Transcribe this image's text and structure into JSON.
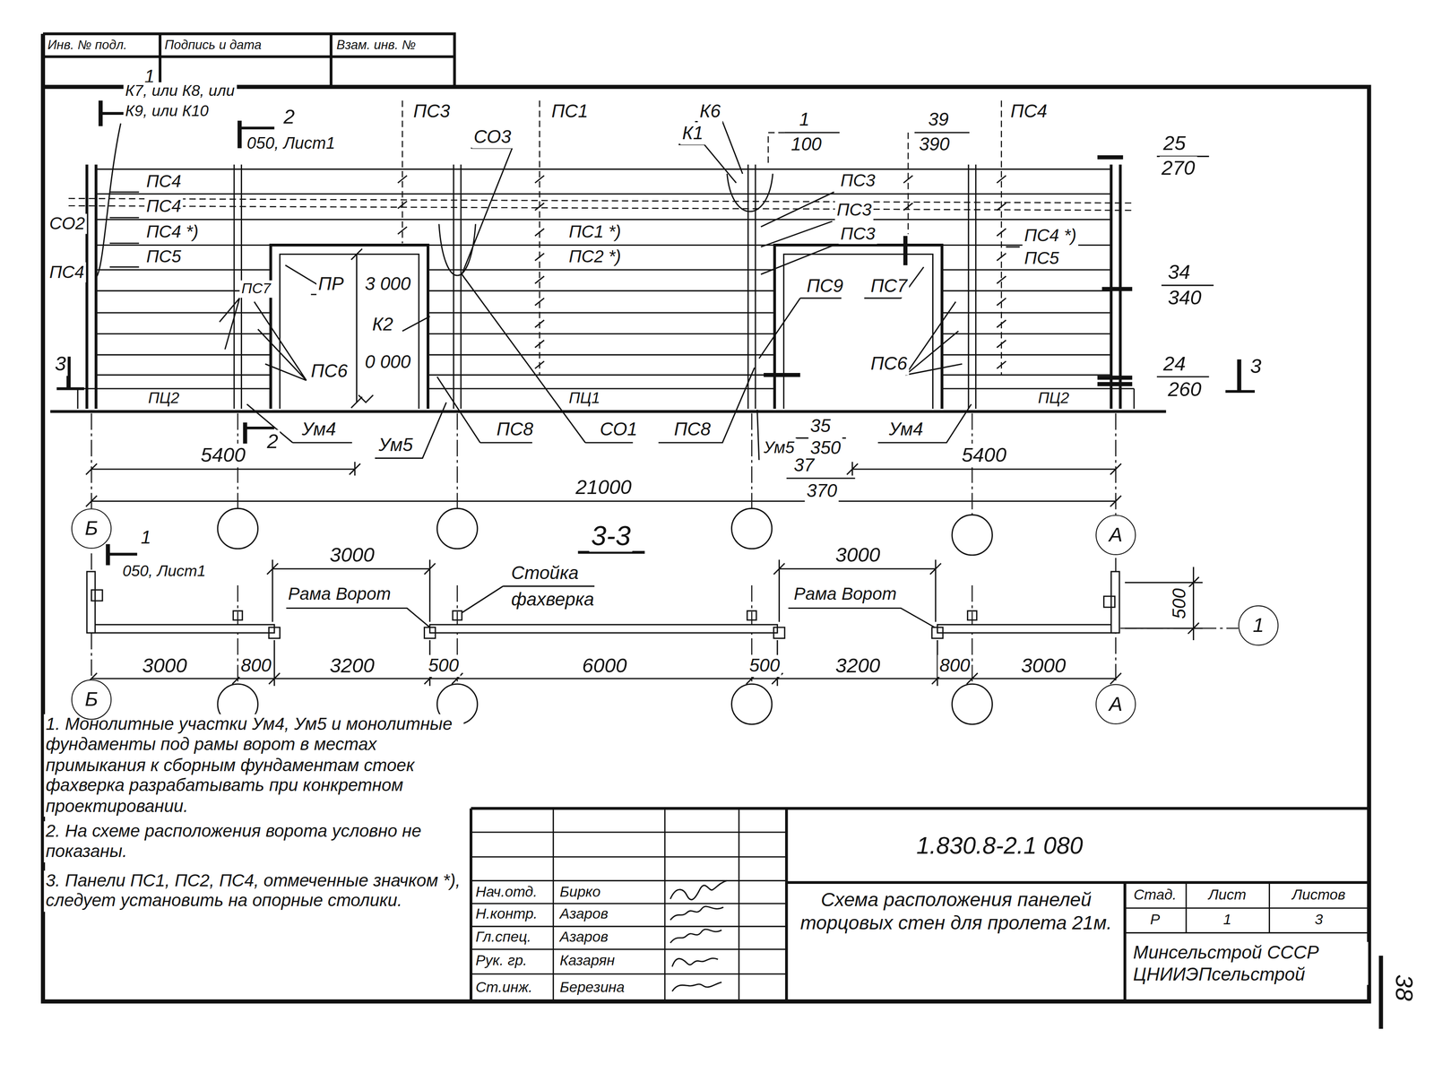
{
  "diagram": {
    "nodes": [
      {
        "text": [
          "Б"
        ]
      },
      {
        "text": [
          "А"
        ]
      },
      {
        "text": [
          "Б"
        ]
      },
      {
        "text": [
          "А"
        ]
      },
      {
        "text": [
          "1"
        ]
      }
    ],
    "labels": [
      "Инв. № подл.",
      "Подпись и дата",
      "Взам. инв. №",
      "1",
      "К7, или К8, или",
      "К9, или К10",
      "2",
      "050, Лист1",
      "ПС4",
      "ПС4",
      "ПС4 *)",
      "ПС5",
      "СО2",
      "ПС4",
      "ПС3",
      "СО3",
      "ПС1",
      "К6",
      "К1",
      "1",
      "100",
      "39",
      "390",
      "ПС4",
      "25",
      "270",
      "ПС3",
      "ПС3",
      "ПС3",
      "ПС1 *)",
      "ПС2 *)",
      "ПС4 *)",
      "ПС5",
      "34",
      "340",
      "ПС7",
      "ПР",
      "3 000",
      "ПС9",
      "ПС7",
      "К2",
      "0 000",
      "ПС6",
      "ПС6",
      "3",
      "3",
      "24",
      "260",
      "ПЦ2",
      "ПЦ1",
      "ПЦ2",
      "Ум4",
      "Ум5",
      "ПС8",
      "СО1",
      "ПС8",
      "Ум5",
      "35",
      "350",
      "37",
      "370",
      "Ум4",
      "2",
      "5400",
      "5400",
      "21000",
      "3-3",
      "1",
      "050, Лист1",
      "3000",
      "3000",
      "Стойка",
      "фахверка",
      "Рама Ворот",
      "Рама Ворот",
      "500",
      "3000",
      "800",
      "3200",
      "500",
      "6000",
      "500",
      "3200",
      "800",
      "3000",
      "1. Монолитные участки Ум4, Ум5 и монолитные фундаменты под рамы ворот в местах примыкания к сборным фундаментам стоек фахверка разрабатывать при конкретном проектировании.",
      "2. На схеме расположения ворота условно не показаны.",
      "3. Панели ПС1, ПС2, ПС4, отмеченные значком *), следует установить на опорные столики.",
      "1.830.8-2.1 080",
      "Нач.отд.",
      "Бирко",
      "Н.контр.",
      "Азаров",
      "Гл.спец.",
      "Азаров",
      "Рук. гр.",
      "Казарян",
      "Ст.инж.",
      "Березина",
      "Схема расположения панелей торцовых стен для пролета 21м.",
      "Стад.",
      "Лист",
      "Листов",
      "Р",
      "1",
      "3",
      "Минсельстрой СССР ЦНИИЭПсельстрой",
      "38"
    ]
  }
}
